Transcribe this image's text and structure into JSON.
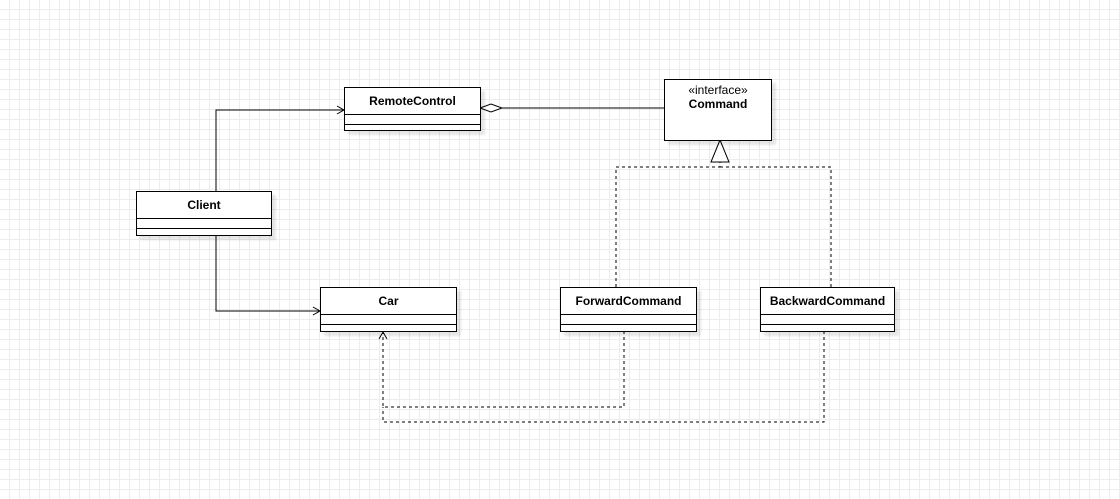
{
  "classes": {
    "remote_control": {
      "name": "RemoteControl"
    },
    "command": {
      "stereotype": "«interface»",
      "name": "Command"
    },
    "client": {
      "name": "Client"
    },
    "car": {
      "name": "Car"
    },
    "forward_command": {
      "name": "ForwardCommand"
    },
    "backward_command": {
      "name": "BackwardCommand"
    }
  },
  "relationships": [
    {
      "from": "Client",
      "to": "RemoteControl",
      "type": "association"
    },
    {
      "from": "Client",
      "to": "Car",
      "type": "association"
    },
    {
      "from": "RemoteControl",
      "to": "Command",
      "type": "aggregation"
    },
    {
      "from": "ForwardCommand",
      "to": "Command",
      "type": "realization"
    },
    {
      "from": "BackwardCommand",
      "to": "Command",
      "type": "realization"
    },
    {
      "from": "ForwardCommand",
      "to": "Car",
      "type": "dependency"
    },
    {
      "from": "BackwardCommand",
      "to": "Car",
      "type": "dependency"
    }
  ],
  "colors": {
    "line": "#000000",
    "grid": "#ececec",
    "background": "#ffffff"
  }
}
